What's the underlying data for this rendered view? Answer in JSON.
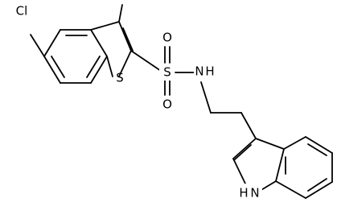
{
  "labels": {
    "chlorine": "Cl",
    "methyl": "",
    "sulfur_ring": "S",
    "sulfur_sulfonyl": "S",
    "oxygen_top": "O",
    "oxygen_bottom": "O",
    "amide_nitrogen": "N",
    "amide_hydrogen": "H",
    "indole_nh": "H",
    "indole_n": "N"
  },
  "colors": {
    "bond": "#000000",
    "text": "#000000",
    "background": "#ffffff"
  }
}
